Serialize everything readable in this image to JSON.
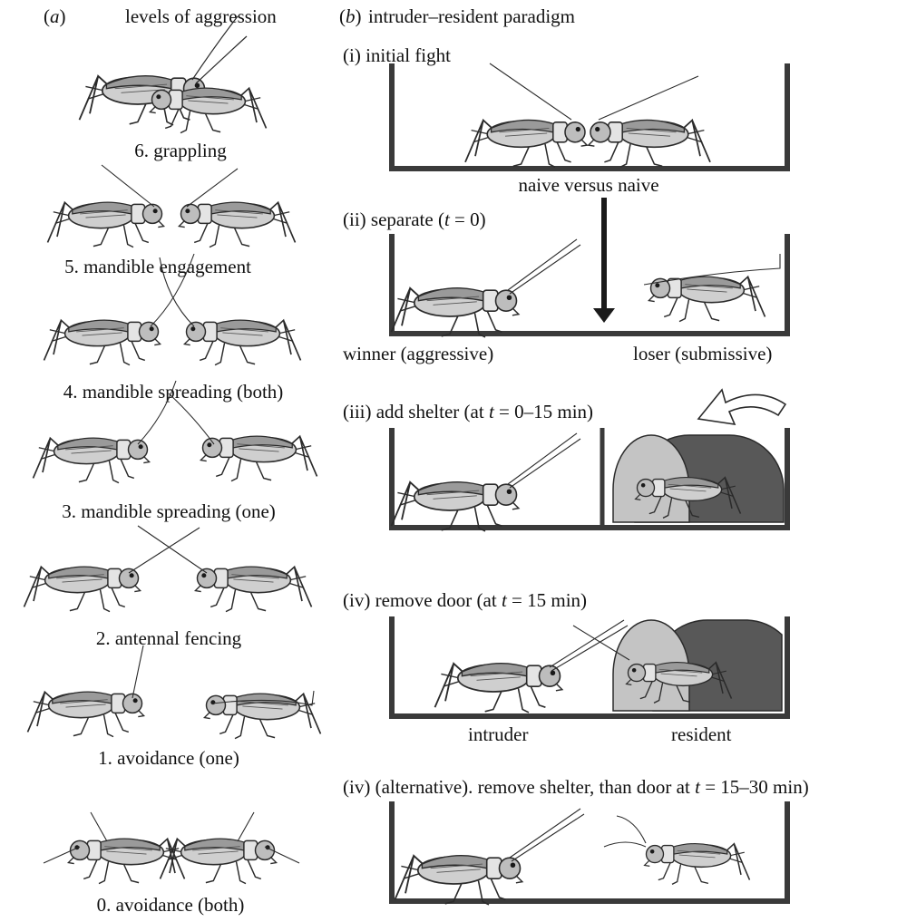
{
  "panel_a": {
    "letter": "a",
    "title": "levels of aggression",
    "levels": [
      {
        "label": "6. grappling"
      },
      {
        "label": "5. mandible engagement"
      },
      {
        "label": "4. mandible spreading (both)"
      },
      {
        "label": "3. mandible spreading (one)"
      },
      {
        "label": "2. antennal fencing"
      },
      {
        "label": "1. avoidance (one)"
      },
      {
        "label": "0. avoidance (both)"
      }
    ]
  },
  "panel_b": {
    "letter": "b",
    "title": "intruder–resident paradigm",
    "steps": {
      "s1": {
        "heading": "(i) initial fight",
        "caption": "naive versus naive"
      },
      "s2": {
        "heading_pre": "(ii) separate (",
        "t": "t",
        "heading_post": " = 0)",
        "left_label": "winner (aggressive)",
        "right_label": "loser (submissive)"
      },
      "s3": {
        "heading_pre": "(iii) add shelter (at ",
        "t": "t",
        "heading_post": " = 0–15 min)"
      },
      "s4": {
        "heading_pre": "(iv) remove door (at ",
        "t": "t",
        "heading_post": " = 15 min)",
        "left_label": "intruder",
        "right_label": "resident"
      },
      "s5": {
        "heading_pre": "(iv) (alternative). remove shelter, than door at ",
        "t": "t",
        "heading_post": " = 15–30 min)"
      }
    }
  },
  "colors": {
    "dark": "#3a3a3a",
    "mid": "#8c8c8c",
    "light": "#d6d6d6",
    "shelter_dark": "#585858",
    "shelter_light": "#c4c4c4"
  }
}
